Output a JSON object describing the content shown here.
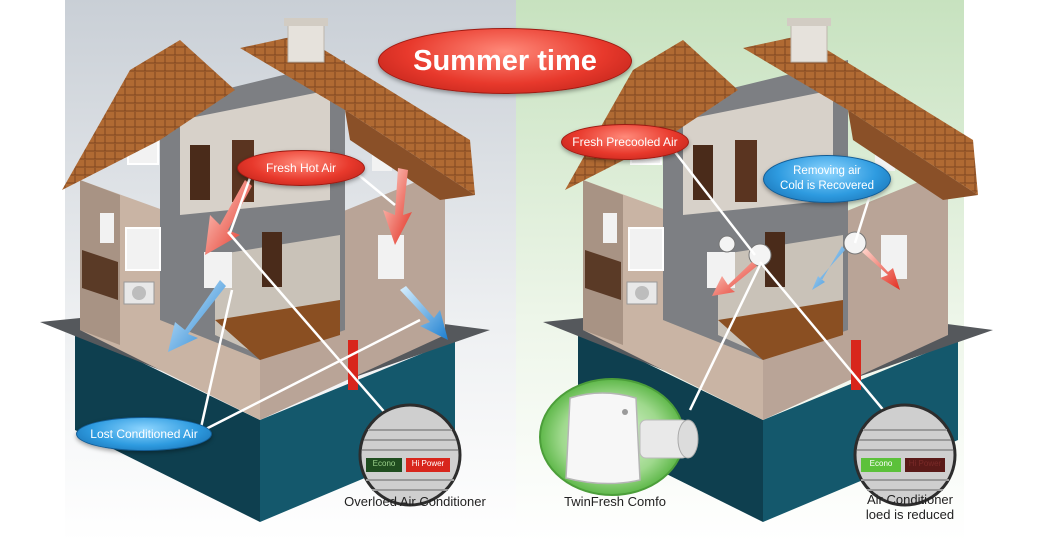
{
  "title": "Summer time",
  "left_scene": {
    "fresh_hot_air": "Fresh Hot Air",
    "lost_conditioned_air": "Lost Conditioned Air",
    "ac_caption": "Overloed Air Conditioner",
    "ac_buttons": [
      "Econo",
      "Hi Power"
    ]
  },
  "right_scene": {
    "fresh_precooled_air": "Fresh Precooled Air",
    "removing_air_line1": "Removing air",
    "removing_air_line2": "Cold is Recovered",
    "device_caption": "TwinFresh Comfo",
    "ac_caption_line1": "Air Conditioner",
    "ac_caption_line2": "loed is reduced",
    "ac_buttons": [
      "Econo",
      "Hi Power"
    ]
  },
  "colors": {
    "left_bg": "#c9cfd6",
    "right_bg": "#c7e2bf",
    "red": "#e8392c",
    "blue": "#2e9be0",
    "roof": "#b06a33",
    "foundation": "#0f4a5c"
  }
}
